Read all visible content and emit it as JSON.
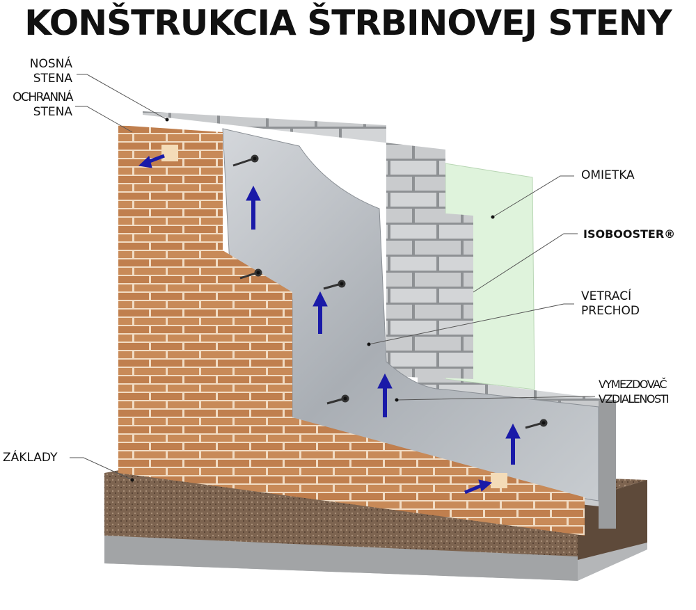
{
  "title": "KONŠTRUKCIA ŠTRBINOVEJ STENY",
  "labels": {
    "load_wall": [
      "NOSNÁ",
      "STENA"
    ],
    "protective_wall": [
      "OCHRANNÁ",
      "STENA"
    ],
    "plaster": "OMIETKA",
    "isobooster": "ISOBOOSTER®",
    "ventilation": [
      "VETRACÍ",
      "PRECHOD"
    ],
    "spacer": [
      "VYMEZDOVAČ",
      "VZDIALENOSTI"
    ],
    "foundation": "ZÁKLADY"
  },
  "colors": {
    "brick": "#c88a58",
    "mortar": "#f1dcc4",
    "block": "#cfd1d3",
    "foil": "#b9bdc2",
    "plaster": "#dff3dc",
    "arrow": "#1a1aa8",
    "foundation": "#7d6450"
  }
}
